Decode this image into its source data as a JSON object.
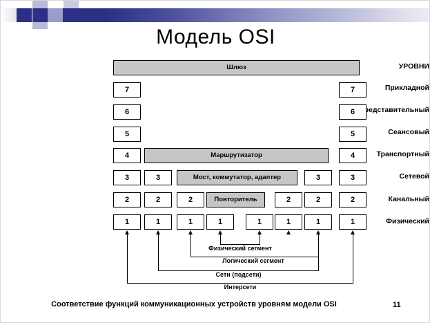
{
  "slide": {
    "title": "Модель OSI",
    "footer_text": "Соответствие функций коммуникационных устройств уровням модели OSI",
    "page_number": "11",
    "accent_color": "#2b2f86",
    "device_box_color": "#c6c6c6"
  },
  "levels": {
    "header_label": "УРОВНИ",
    "rows": [
      {
        "label": "Прикладной",
        "number": "7"
      },
      {
        "label": "Представительный",
        "number": "6"
      },
      {
        "label": "Сеансовый",
        "number": "5"
      },
      {
        "label": "Транспортный",
        "number": "4"
      },
      {
        "label": "Сетевой",
        "number": "3"
      },
      {
        "label": "Канальный",
        "number": "2"
      },
      {
        "label": "Физический",
        "number": "1"
      }
    ]
  },
  "devices": {
    "gateway": "Шлюз",
    "router": "Маршрутизатор",
    "bridge": "Мост, коммутатор, адаптер",
    "repeater": "Повторитель"
  },
  "numbers": {
    "n7": "7",
    "n6": "6",
    "n5": "5",
    "n4": "4",
    "n3": "3",
    "n2": "2",
    "n1": "1"
  },
  "brackets": [
    {
      "label": "Физический сегмент"
    },
    {
      "label": "Логический сегмент"
    },
    {
      "label": "Сети (подсети)"
    },
    {
      "label": "Интерсети"
    }
  ]
}
